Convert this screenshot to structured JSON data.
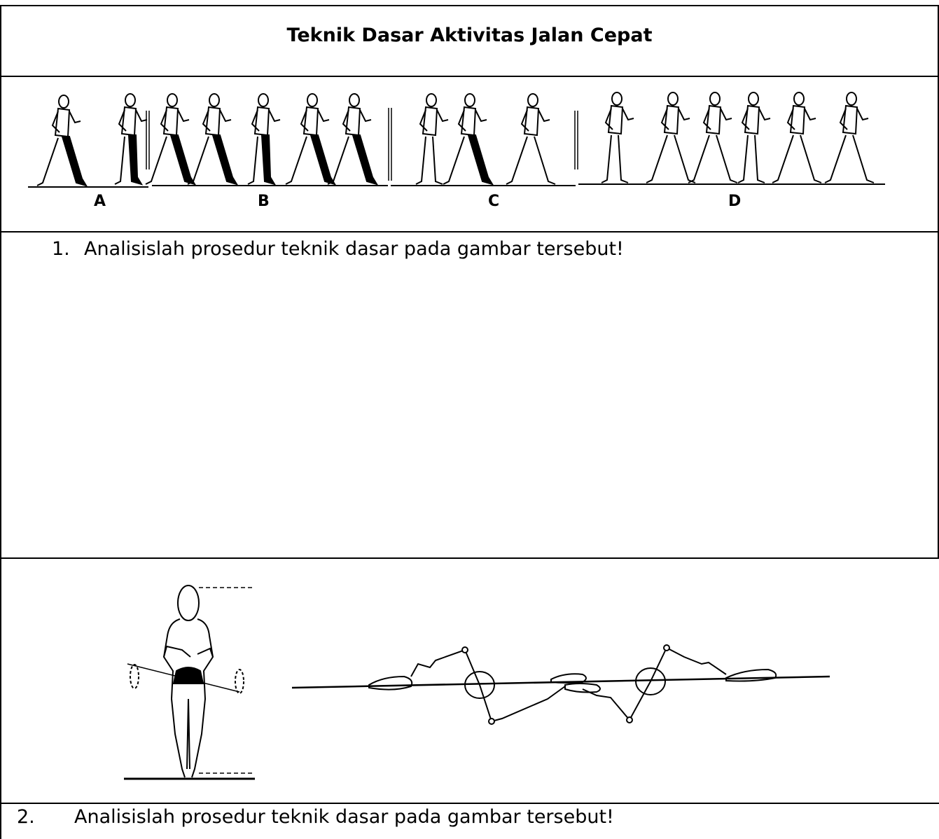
{
  "document": {
    "title": "Teknik Dasar Aktivitas Jalan Cepat",
    "figure1": {
      "labels": [
        "A",
        "B",
        "C",
        "D"
      ],
      "description_icon": "race-walker-sequence-illustration"
    },
    "question1": {
      "number": "1.",
      "text": "Analisislah prosedur teknik dasar pada gambar tersebut!"
    },
    "figure2": {
      "icons": [
        "hip-rotation-figure-illustration",
        "foot-placement-diagram"
      ]
    },
    "question2": {
      "number": "2.",
      "text": "Analisislah prosedur teknik dasar pada gambar tersebut!"
    }
  }
}
